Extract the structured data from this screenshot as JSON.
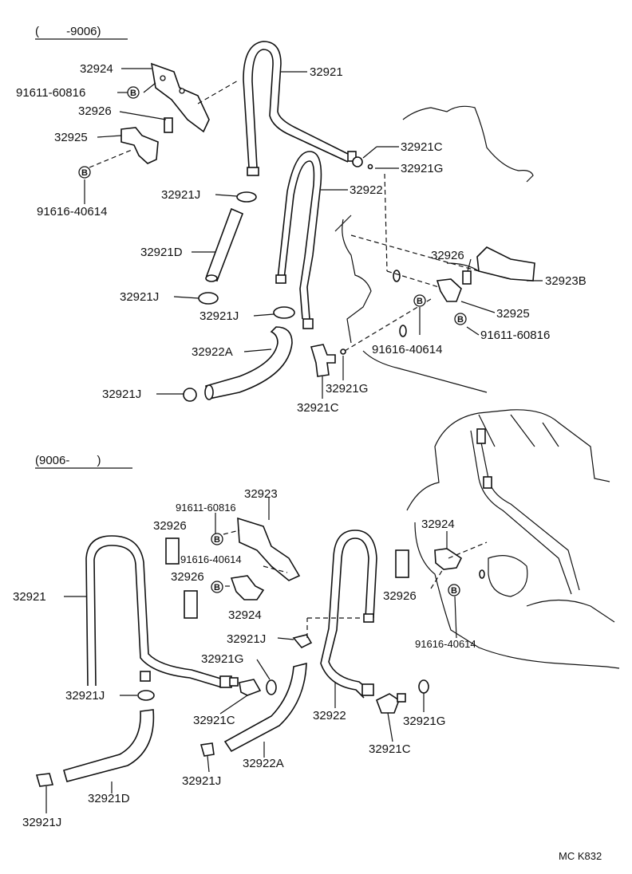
{
  "sections": {
    "top": {
      "range": "(　　 -9006)"
    },
    "bottom": {
      "range": "(9006-　　 )"
    }
  },
  "bolt_symbol": "B",
  "diagram_code": "MC K832",
  "top_labels": {
    "p32924": "32924",
    "p91611a": "91611-60816",
    "p32926": "32926",
    "p32925": "32925",
    "p91616a": "91616-40614",
    "p32921": "32921",
    "p32921C_a": "32921C",
    "p32921G_a": "32921G",
    "p32922": "32922",
    "p32921J_a": "32921J",
    "p32921D": "32921D",
    "p32921J_b": "32921J",
    "p32921J_c": "32921J",
    "p32922A": "32922A",
    "p32921J_d": "32921J",
    "p32926b": "32926",
    "p32923B": "32923B",
    "p32925b": "32925",
    "p91611b": "91611-60816",
    "p91616b": "91616-40614",
    "p32921G_b": "32921G",
    "p32921C_b": "32921C"
  },
  "bottom_labels": {
    "p32923": "32923",
    "p91611": "91611-60816",
    "p32926a": "32926",
    "p91616a": "91616-40614",
    "p32926b": "32926",
    "p32924a": "32924",
    "p32921": "32921",
    "p32921J_a": "32921J",
    "p32921G_a": "32921G",
    "p32921J_b": "32921J",
    "p32921C_a": "32921C",
    "p32921J_c": "32921J",
    "p32922A": "32922A",
    "p32921D": "32921D",
    "p32921J_d": "32921J",
    "p32922": "32922",
    "p32926c": "32926",
    "p32921G_b": "32921G",
    "p32921C_b": "32921C",
    "p32924b": "32924",
    "p91616b": "91616-40614"
  }
}
